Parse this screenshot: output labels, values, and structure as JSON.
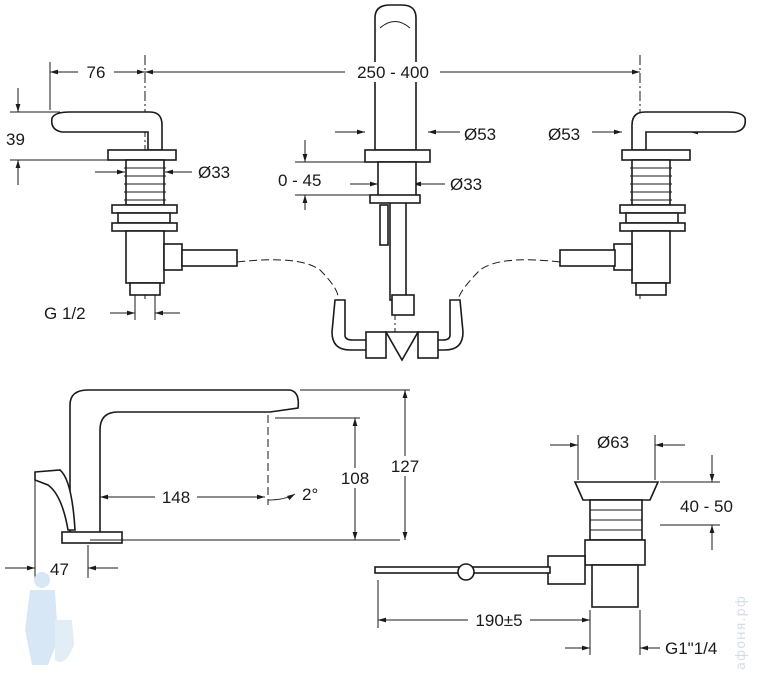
{
  "diagram": {
    "top_view": {
      "dim_left_offset": "76",
      "dim_spread": "250 - 400",
      "dim_handle_height": "39",
      "dim_left_base_diameter": "Ø33",
      "dim_spout_diameter": "Ø53",
      "dim_right_diameter": "Ø53",
      "dim_deck_thickness": "0 - 45",
      "dim_spout_shank_diameter": "Ø33",
      "dim_connection": "G 1/2"
    },
    "side_view": {
      "dim_reach": "148",
      "dim_angle": "2°",
      "dim_outlet_height": "108",
      "dim_total_height": "127",
      "dim_base": "47"
    },
    "waste_view": {
      "dim_diameter": "Ø63",
      "dim_height_range": "40 - 50",
      "dim_rod_length": "190±5",
      "dim_thread": "G1\"1/4"
    },
    "watermark": "афоня.рф"
  }
}
